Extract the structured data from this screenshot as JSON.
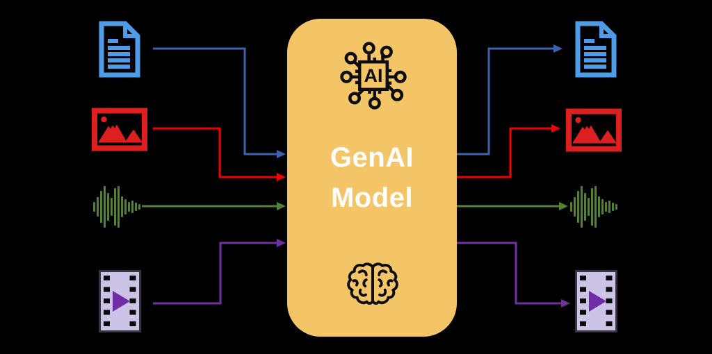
{
  "diagram": {
    "background_color": "#000000",
    "center": {
      "label_line1": "GenAI",
      "label_line2": "Model",
      "chip_label": "AI",
      "box_color": "#F4C566",
      "label_color": "#FFFFFF",
      "icon_color": "#0D0D0D",
      "icons": [
        "ai-chip-icon",
        "brain-icon"
      ]
    },
    "inputs": [
      {
        "modality": "document",
        "icon": "document-icon",
        "icon_color": "#4E9CE8",
        "arrow_color": "#3F62AC"
      },
      {
        "modality": "image",
        "icon": "image-icon",
        "icon_color": "#DE1F1F",
        "arrow_color": "#F40000"
      },
      {
        "modality": "audio",
        "icon": "audio-waveform-icon",
        "icon_color": "#548235",
        "arrow_color": "#548235"
      },
      {
        "modality": "video",
        "icon": "video-icon",
        "icon_color": "#CCC4E6",
        "icon_accent": "#7030A0",
        "arrow_color": "#7030A0"
      }
    ],
    "outputs": [
      {
        "modality": "document",
        "icon": "document-icon",
        "icon_color": "#4E9CE8",
        "arrow_color": "#3F62AC"
      },
      {
        "modality": "image",
        "icon": "image-icon",
        "icon_color": "#DE1F1F",
        "arrow_color": "#F40000"
      },
      {
        "modality": "audio",
        "icon": "audio-waveform-icon",
        "icon_color": "#548235",
        "arrow_color": "#548235"
      },
      {
        "modality": "video",
        "icon": "video-icon",
        "icon_color": "#CCC4E6",
        "icon_accent": "#7030A0",
        "arrow_color": "#7030A0"
      }
    ]
  }
}
